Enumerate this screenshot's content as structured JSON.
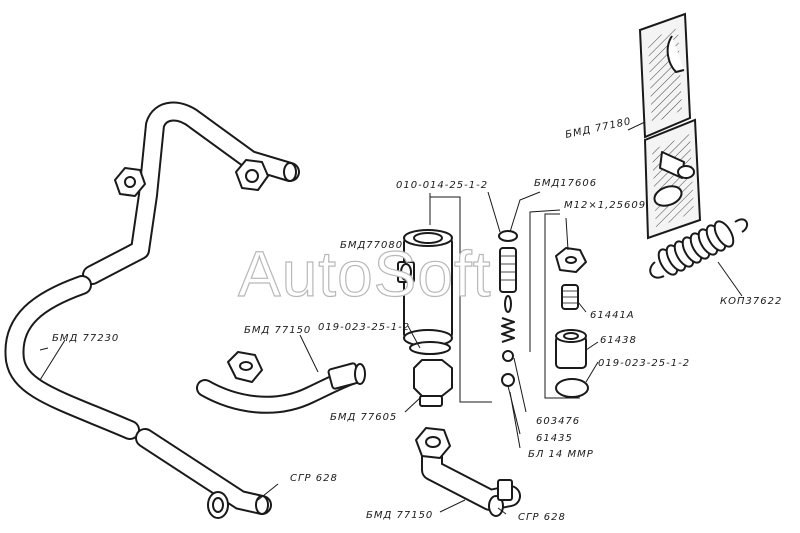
{
  "watermark": "AutoSoft",
  "labels": {
    "bmd77180": "БМД 77180",
    "bmd17606": "БМД17606",
    "code010": "010-014-25-1-2",
    "m12": "М12×1,25609",
    "bmd77080": "БМД77080",
    "kop37622": "КОП37622",
    "bmd77230": "БМД 77230",
    "bmd77150a": "БМД 77150",
    "code019a": "019-023-25-1-2",
    "b61441a": "61441А",
    "b61438": "61438",
    "code019b": "019-023-25-1-2",
    "bmd77605": "БМД 77605",
    "b603476": "603476",
    "b61435": "61435",
    "bl14mmr": "БЛ 14 ММР",
    "sgr628a": "СГР 628",
    "bmd77150b": "БМД 77150",
    "sgr628b": "СГР 628"
  }
}
